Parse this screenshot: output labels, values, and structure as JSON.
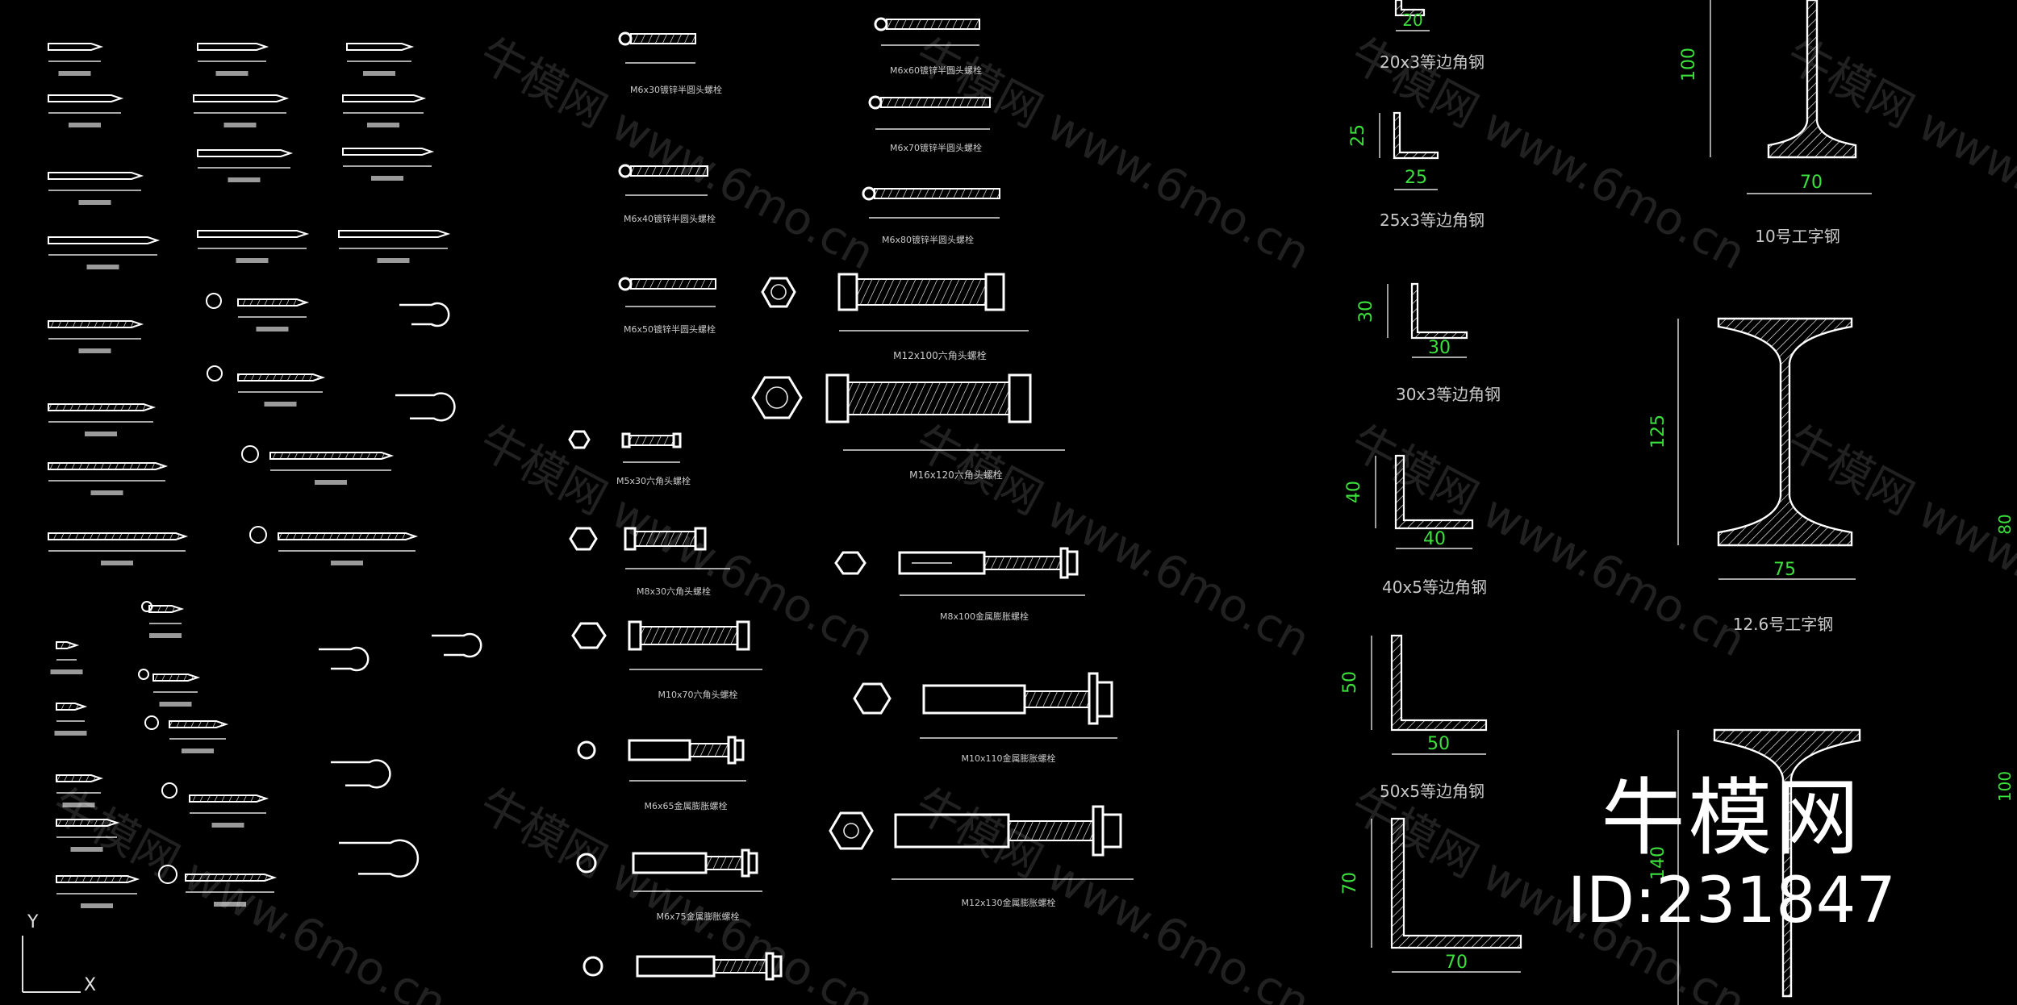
{
  "labels": {
    "bolt_m6x30": "M6x30镀锌半圆头螺栓",
    "bolt_m6x60": "M6x60镀锌半圆头螺栓",
    "bolt_m6x40": "M6x40镀锌半圆头螺栓",
    "bolt_m6x70": "M6x70镀锌半圆头螺栓",
    "bolt_m6x50": "M6x50镀锌半圆头螺栓",
    "bolt_m6x80": "M6x80镀锌半圆头螺栓",
    "hex_m12x100": "M12x100六角头螺栓",
    "hex_m16x120": "M16x120六角头螺栓",
    "hex_m5x30": "M5x30六角头螺栓",
    "hex_m8x30": "M8x30六角头螺栓",
    "hex_m10x70": "M10x70六角头螺栓",
    "exp_m8x100": "M8x100金属膨胀螺栓",
    "exp_m6x65": "M6x65金属膨胀螺栓",
    "exp_m10x110": "M10x110金属膨胀螺栓",
    "exp_m6x75": "M6x75金属膨胀螺栓",
    "exp_m12x130": "M12x130金属膨胀螺栓",
    "angle_20": "20x3等边角钢",
    "angle_25": "25x3等边角钢",
    "angle_30": "30x3等边角钢",
    "angle_40": "40x5等边角钢",
    "angle_50": "50x5等边角钢",
    "ibeam_10": "10号工字钢",
    "ibeam_126": "12.6号工字钢"
  },
  "dims": {
    "a20": "20",
    "a25v": "25",
    "a25h": "25",
    "a30v": "30",
    "a30h": "30",
    "a40v": "40",
    "a40h": "40",
    "a50v": "50",
    "a50h": "50",
    "a70v": "70",
    "a70h": "70",
    "i100": "100",
    "i70": "70",
    "i125": "125",
    "i75": "75",
    "i140": "140",
    "i80edge": "80",
    "i100edge": "100"
  },
  "watermark": {
    "cn": "牛模网",
    "url": "www.6mo.cn"
  },
  "brand": {
    "name": "牛模网",
    "id": "ID:231847"
  },
  "ucs": {
    "x": "X",
    "y": "Y"
  },
  "colors": {
    "background": "#000000",
    "lines": "#ffffff",
    "dimension_text": "#3ce03c",
    "label_text": "#c9c9c9"
  }
}
